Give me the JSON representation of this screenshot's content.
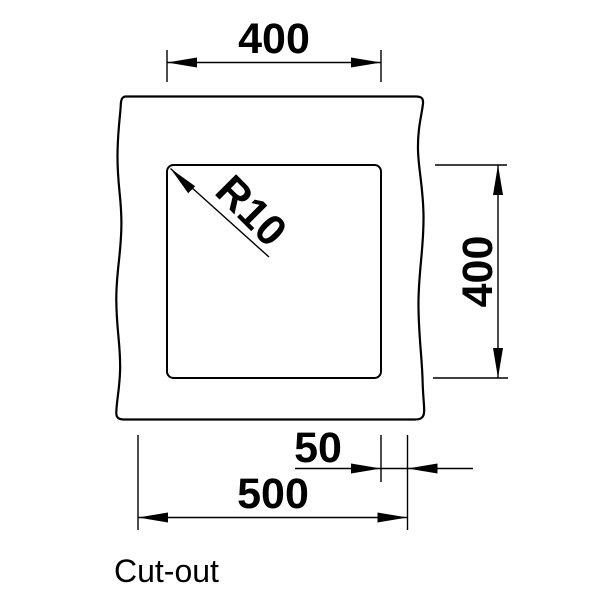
{
  "page": {
    "background_color": "#ffffff",
    "line_color": "#000000"
  },
  "drawing": {
    "caption": "Cut-out",
    "dims": {
      "cutout_width": "400",
      "cutout_height": "400",
      "corner_radius": "R10",
      "side_offset": "50",
      "overall_width": "500"
    }
  }
}
